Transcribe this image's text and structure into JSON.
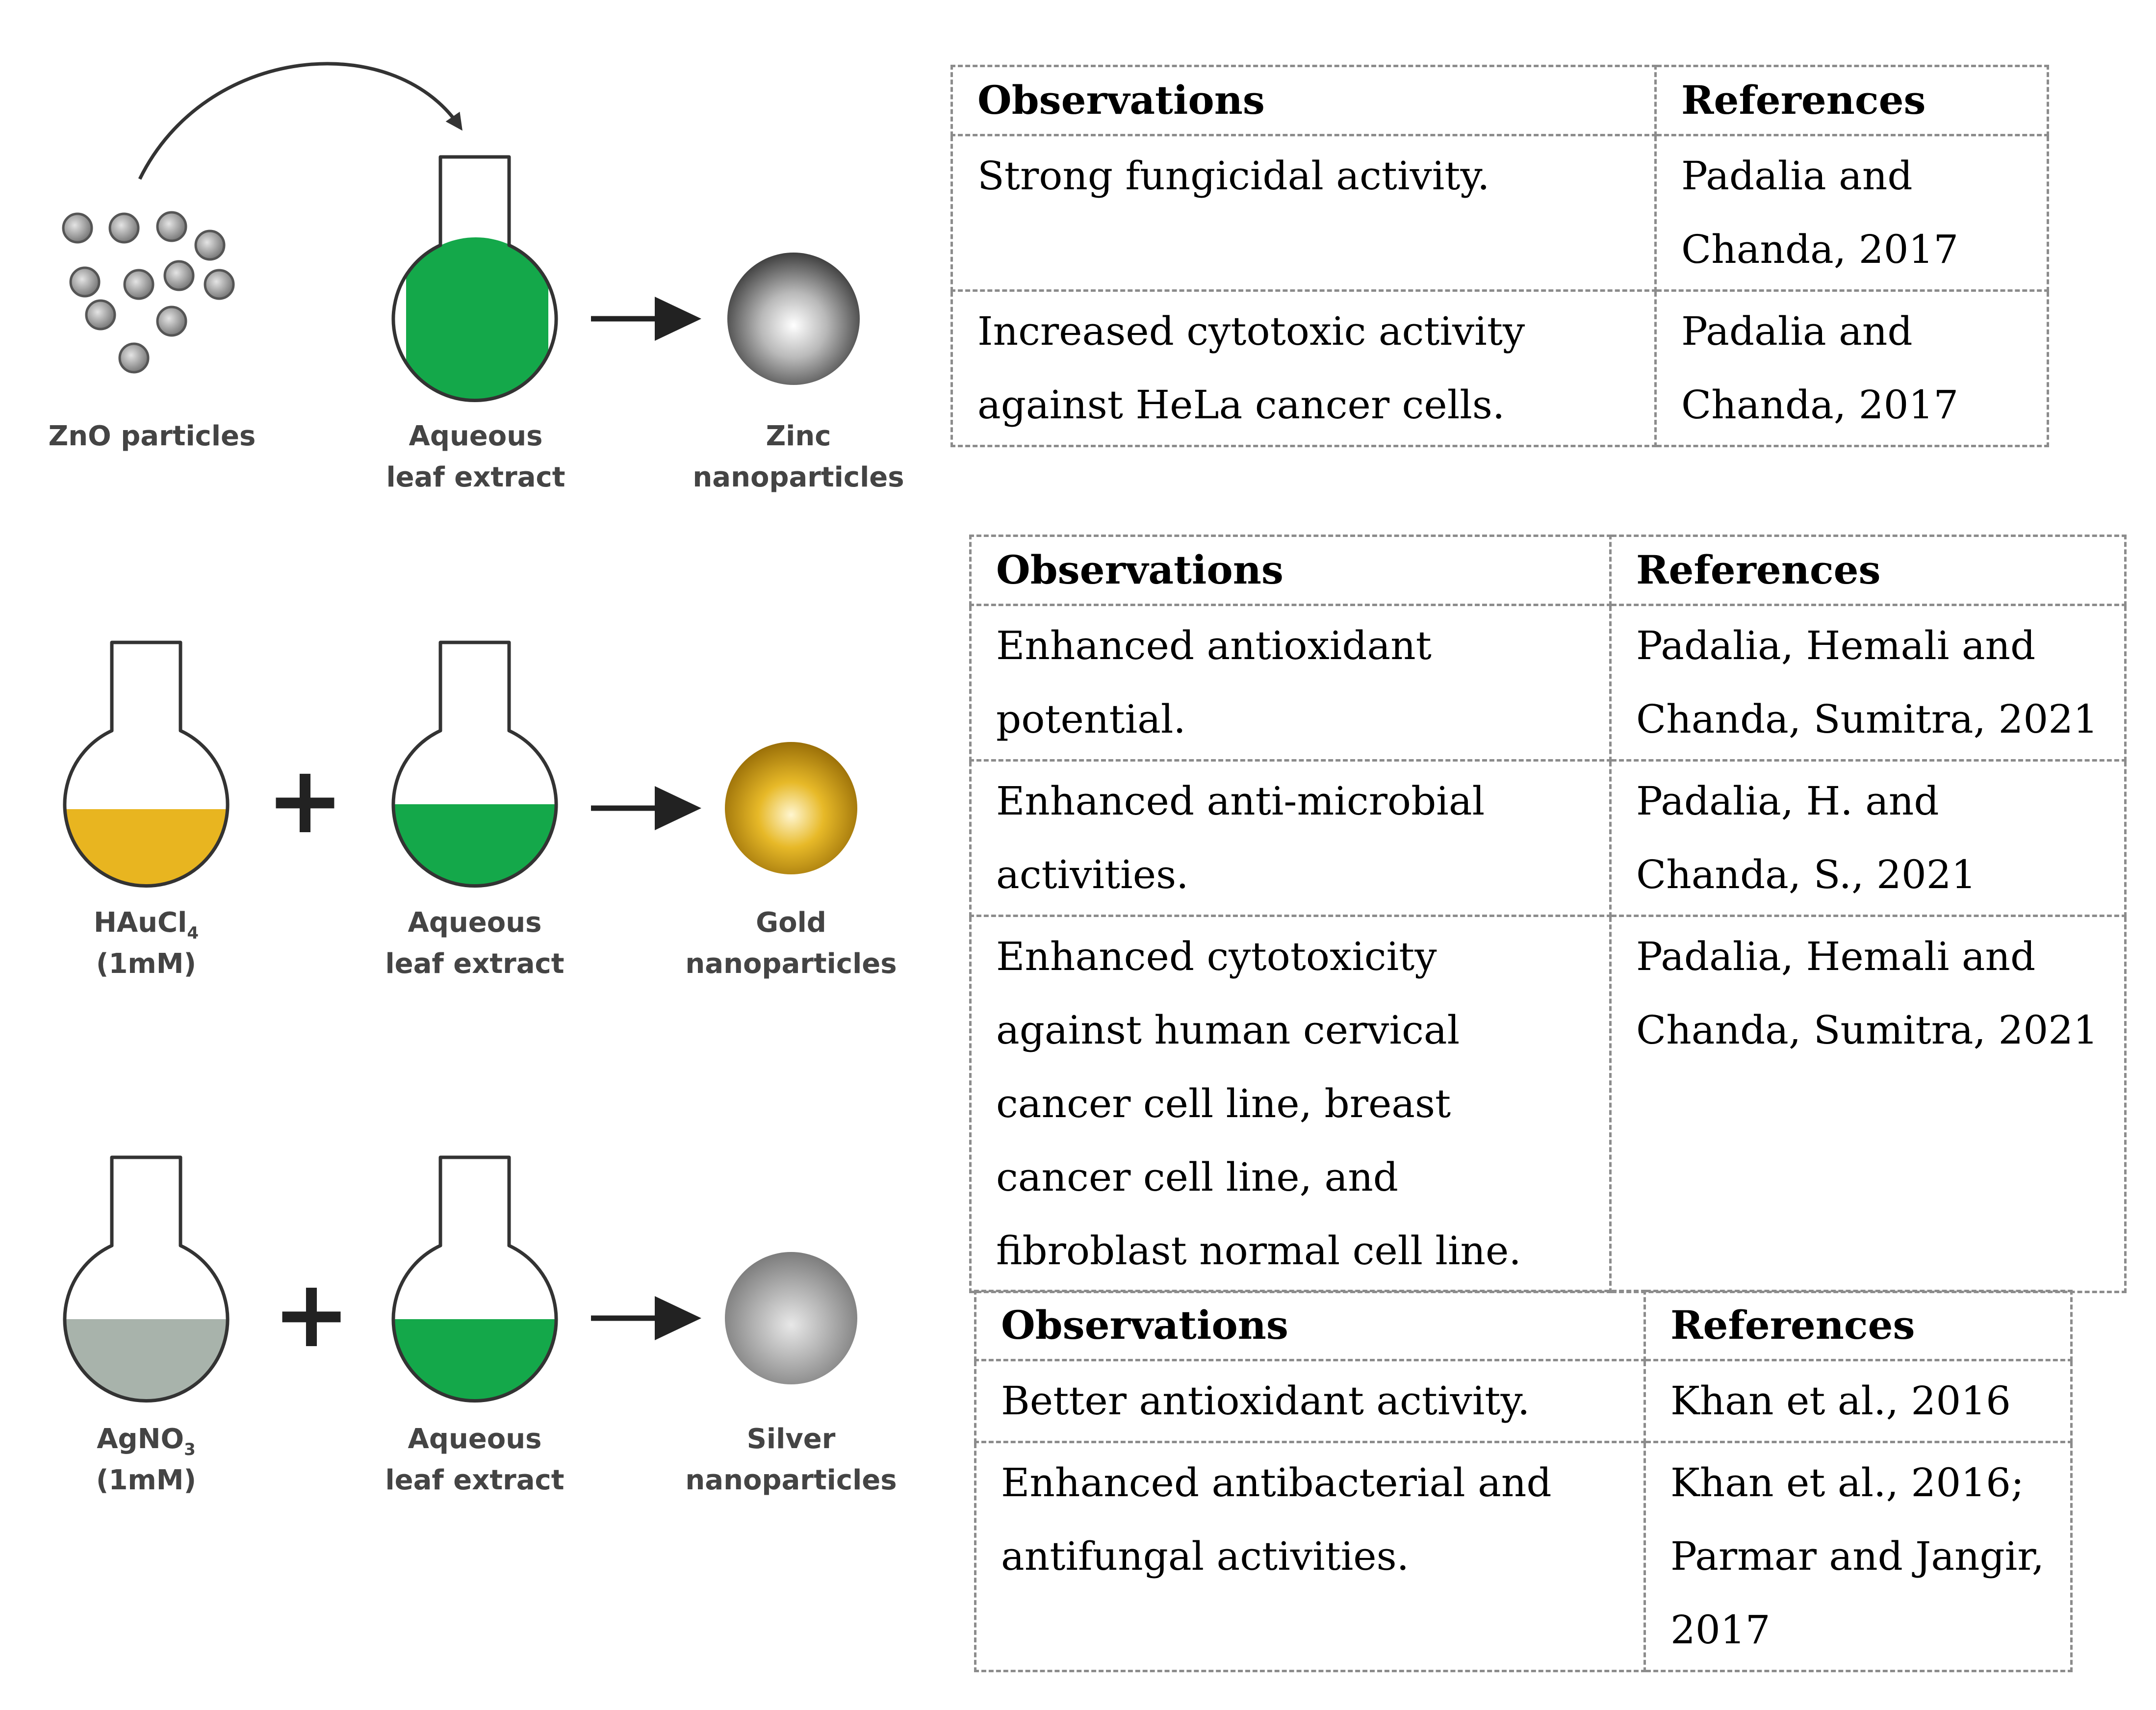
{
  "colors": {
    "green": "#14a84a",
    "gold": "#e8b520",
    "silver_solution": "#a8b3ab",
    "outline": "#333333",
    "label": "#444444",
    "table_border": "#8c8c8c"
  },
  "diagram": {
    "zinc_row": {
      "reagent_label": "ZnO particles",
      "extract_label": [
        "Aqueous",
        "leaf extract"
      ],
      "product_label": [
        "Zinc",
        "nanoparticles"
      ]
    },
    "gold_row": {
      "reagent_label": "HAuCl",
      "reagent_subscript": "4",
      "reagent_concentration": "(1mM)",
      "plus": "+",
      "extract_label": [
        "Aqueous",
        "leaf extract"
      ],
      "product_label": [
        "Gold",
        "nanoparticles"
      ]
    },
    "silver_row": {
      "reagent_label": "AgNO",
      "reagent_subscript": "3",
      "reagent_concentration": "(1mM)",
      "plus": "+",
      "extract_label": [
        "Aqueous",
        "leaf extract"
      ],
      "product_label": [
        "Silver",
        "nanoparticles"
      ]
    }
  },
  "tables": [
    {
      "headers": [
        "Observations",
        "References"
      ],
      "rows": [
        [
          "Strong fungicidal activity.",
          "Padalia and Chanda, 2017"
        ],
        [
          "Increased cytotoxic activity against HeLa cancer cells.",
          "Padalia and Chanda, 2017"
        ]
      ]
    },
    {
      "headers": [
        "Observations",
        "References"
      ],
      "rows": [
        [
          "Enhanced antioxidant potential.",
          "Padalia, Hemali and Chanda, Sumitra, 2021"
        ],
        [
          "Enhanced anti-microbial activities.",
          "Padalia, H. and Chanda, S., 2021"
        ],
        [
          "Enhanced cytotoxicity against human cervical cancer cell line, breast cancer cell line, and fibroblast normal cell line.",
          "Padalia, Hemali and Chanda, Sumitra, 2021"
        ]
      ]
    },
    {
      "headers": [
        "Observations",
        "References"
      ],
      "rows": [
        [
          "Better antioxidant activity.",
          "Khan et al., 2016"
        ],
        [
          "Enhanced antibacterial and antifungal activities.",
          "Khan et al., 2016; Parmar and Jangir, 2017"
        ]
      ]
    }
  ]
}
